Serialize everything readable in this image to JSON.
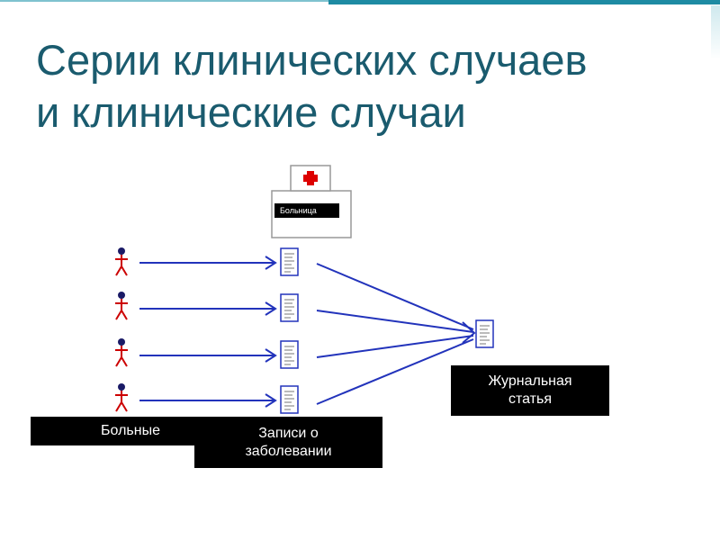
{
  "slide": {
    "title_line1": "Серии клинических случаев",
    "title_line2": "и клинические случаи"
  },
  "diagram": {
    "hospital_label": "Больница",
    "patients_label": "Больные",
    "records_label": "Записи о заболевании",
    "article_label": "Журнальная статья",
    "patient_count": 4
  },
  "colors": {
    "title": "#1a5b6e",
    "arrow": "#2233bb",
    "patient_body": "#cc0000",
    "patient_head": "#1a1a66",
    "accent_bar": "#1e8ba3"
  }
}
